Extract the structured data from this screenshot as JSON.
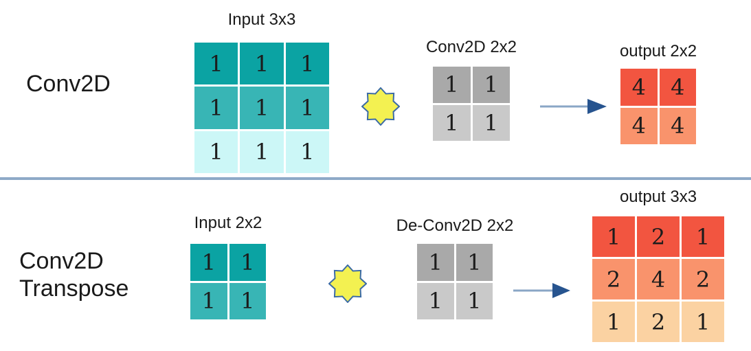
{
  "colors": {
    "divider": "#8ea9c7",
    "star_fill": "#f3f151",
    "star_stroke": "#3c6ba5",
    "arrow_line": "#8aa6c6",
    "arrow_head": "#27548f",
    "text": "#1a1a1a"
  },
  "rows": [
    {
      "label": "Conv2D",
      "input": {
        "title": "Input 3x3",
        "rows": [
          {
            "color": "#0ba3a3",
            "values": [
              1,
              1,
              1
            ]
          },
          {
            "color": "#38b5b5",
            "values": [
              1,
              1,
              1
            ]
          },
          {
            "color": "#ccf7f7",
            "values": [
              1,
              1,
              1
            ]
          }
        ]
      },
      "kernel": {
        "title": "Conv2D 2x2",
        "rows": [
          {
            "color": "#a9a9a9",
            "values": [
              1,
              1
            ]
          },
          {
            "color": "#c9c9c9",
            "values": [
              1,
              1
            ]
          }
        ]
      },
      "output": {
        "title": "output 2x2",
        "rows": [
          {
            "color": "#f25540",
            "values": [
              4,
              4
            ]
          },
          {
            "color": "#f9936c",
            "values": [
              4,
              4
            ]
          }
        ]
      }
    },
    {
      "label": "Conv2D\nTranspose",
      "input": {
        "title": "Input 2x2",
        "rows": [
          {
            "color": "#0ba3a3",
            "values": [
              1,
              1
            ]
          },
          {
            "color": "#38b5b5",
            "values": [
              1,
              1
            ]
          }
        ]
      },
      "kernel": {
        "title": "De-Conv2D 2x2",
        "rows": [
          {
            "color": "#a9a9a9",
            "values": [
              1,
              1
            ]
          },
          {
            "color": "#c9c9c9",
            "values": [
              1,
              1
            ]
          }
        ]
      },
      "output": {
        "title": "output 3x3",
        "rows": [
          {
            "color": "#f25540",
            "values": [
              1,
              2,
              1
            ]
          },
          {
            "color": "#f9936c",
            "values": [
              2,
              4,
              2
            ]
          },
          {
            "color": "#fbd2a2",
            "values": [
              1,
              2,
              1
            ]
          }
        ]
      }
    }
  ]
}
